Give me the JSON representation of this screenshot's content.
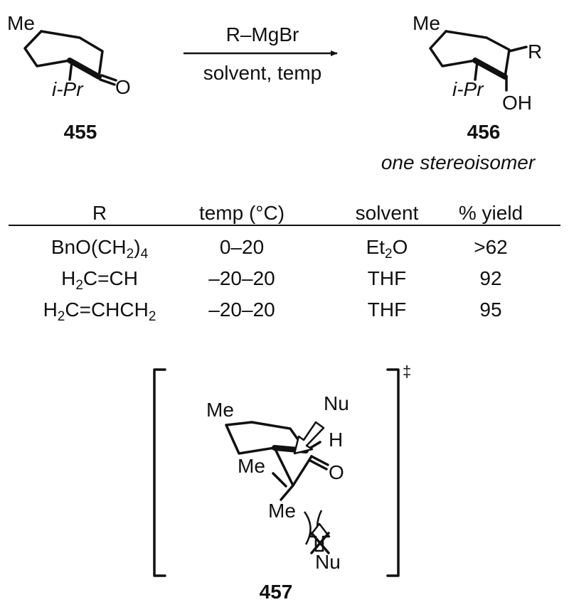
{
  "scheme": {
    "reagent_top": "R–MgBr",
    "reagent_bottom": "solvent, temp",
    "compound_455": {
      "number": "455",
      "labels": {
        "methyl": "Me",
        "isopropyl": "i-Pr",
        "oxygen": "O"
      }
    },
    "compound_456": {
      "number": "456",
      "note": "one stereoisomer",
      "labels": {
        "methyl": "Me",
        "isopropyl": "i-Pr",
        "r_group": "R",
        "hydroxyl": "OH"
      }
    },
    "transition_state_457": {
      "number": "457",
      "dagger": "‡",
      "labels": {
        "methyl": "Me",
        "methyl_2": "Me",
        "methyl_3": "Me",
        "hydrogen": "H",
        "oxygen": "O",
        "nucleophile_top": "Nu",
        "nucleophile_bottom": "Nu"
      }
    }
  },
  "table": {
    "headers": [
      "R",
      "temp (°C)",
      "solvent",
      "% yield"
    ],
    "rows": [
      {
        "r": {
          "main": "BnO(CH",
          "sub": "2",
          "tail": ")",
          "sub2": "4"
        },
        "temp": "0–20",
        "solvent": {
          "main": "Et",
          "sub": "2",
          "tail": "O"
        },
        "yield": ">62"
      },
      {
        "r": {
          "main": "H",
          "sub": "2",
          "tail": "C=CH"
        },
        "temp": "–20–20",
        "solvent": "THF",
        "yield": "92"
      },
      {
        "r": {
          "main": "H",
          "sub": "2",
          "tail": "C=CHCH",
          "sub2": "2"
        },
        "temp": "–20–20",
        "solvent": "THF",
        "yield": "95"
      }
    ]
  }
}
